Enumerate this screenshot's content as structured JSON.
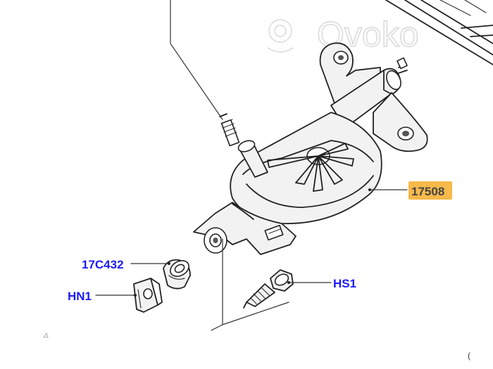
{
  "watermark": {
    "text": "Ovoko"
  },
  "callouts": [
    {
      "id": "17508",
      "label": "17508",
      "text_color": "#444444",
      "highlight_color": "#f7b94a"
    },
    {
      "id": "17C432",
      "label": "17C432",
      "text_color": "#1a1aff"
    },
    {
      "id": "HN1",
      "label": "HN1",
      "text_color": "#1a1aff"
    },
    {
      "id": "HS1",
      "label": "HS1",
      "text_color": "#1a1aff"
    }
  ],
  "corner_mark": "("
}
